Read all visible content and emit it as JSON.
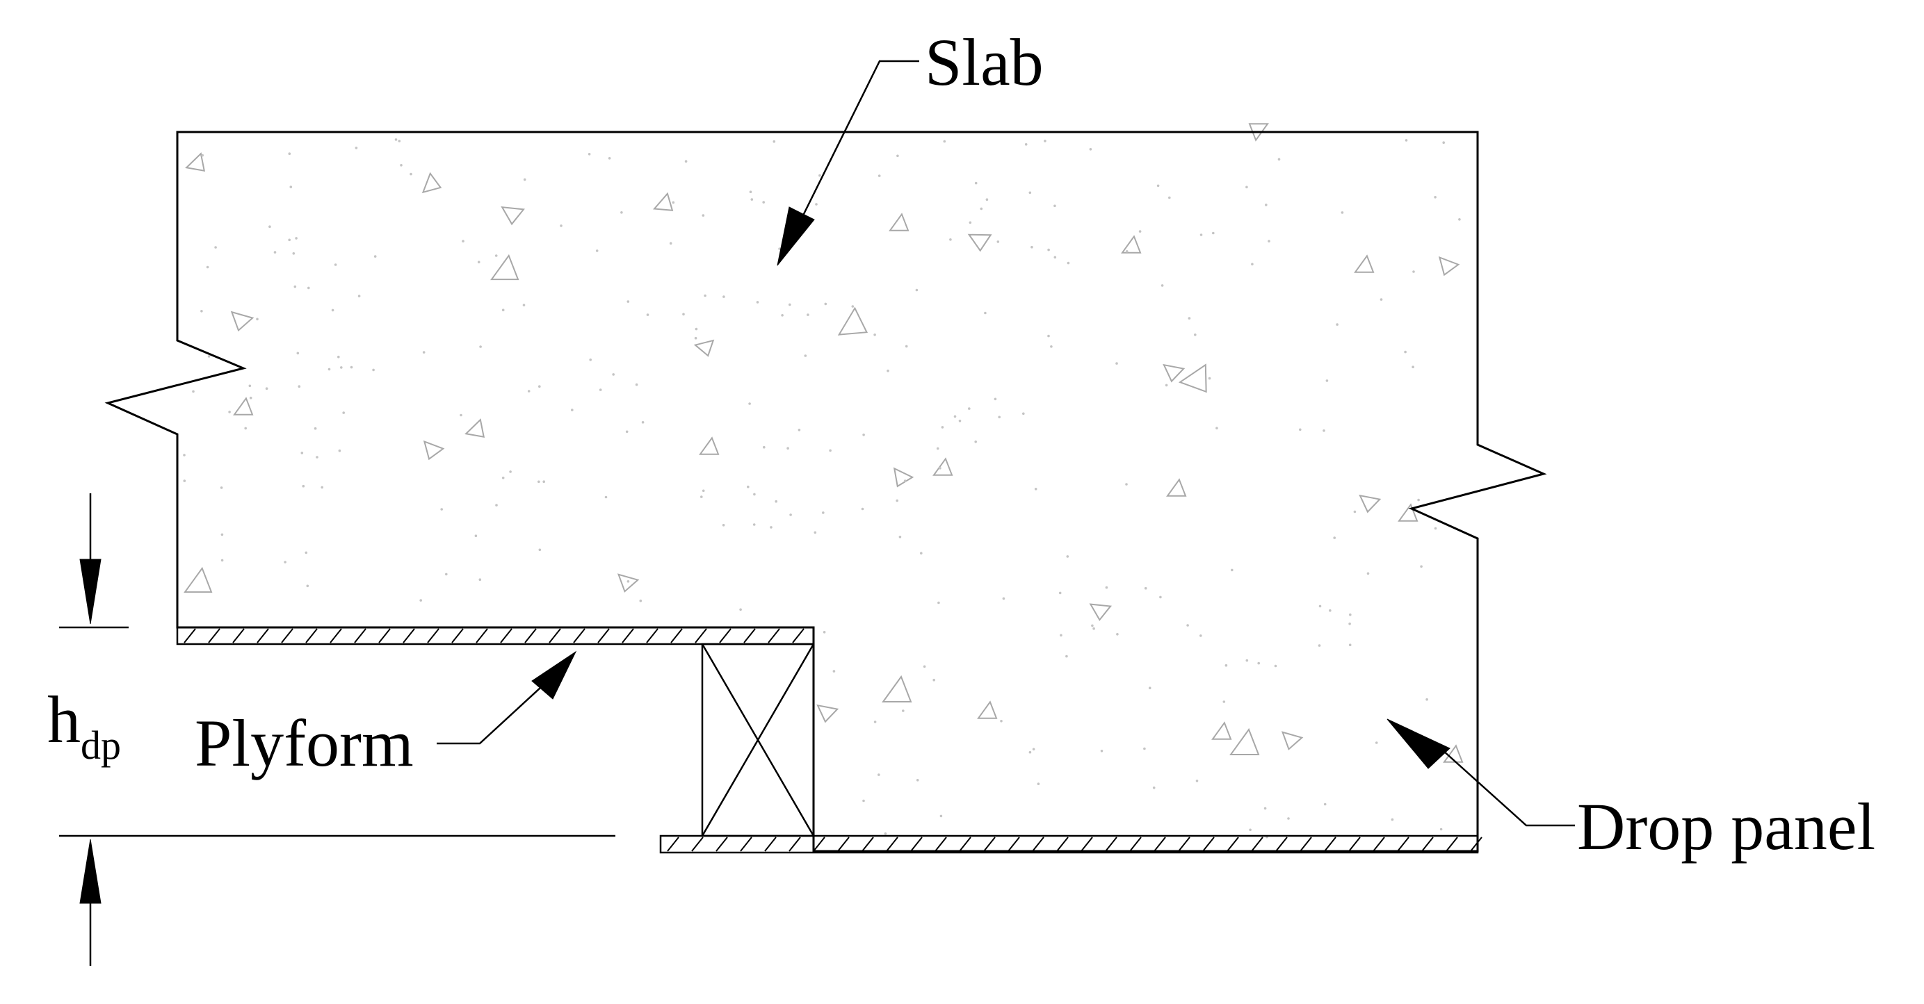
{
  "labels": {
    "slab": "Slab",
    "plyform": "Plyform",
    "drop_panel": "Drop panel",
    "dimension_main": "h",
    "dimension_sub": "dp"
  },
  "colors": {
    "line": "#000000",
    "aggregate": "#a8a8a8",
    "background": "#ffffff"
  }
}
